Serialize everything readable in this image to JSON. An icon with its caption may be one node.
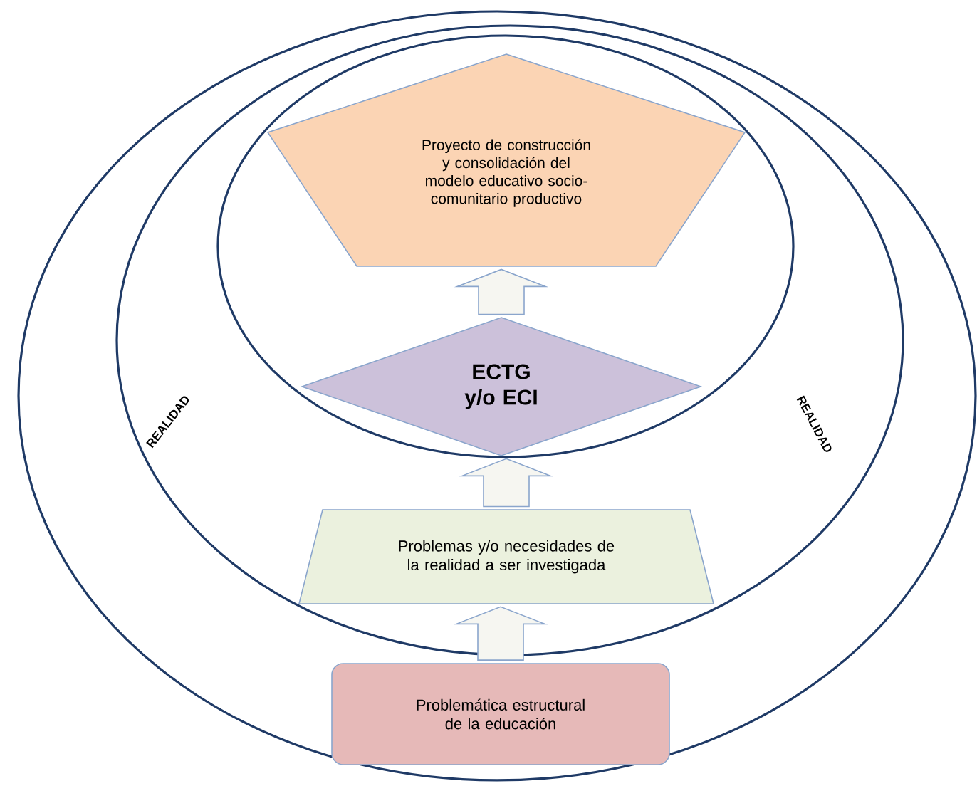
{
  "diagram": {
    "nodes": [
      {
        "text": [],
        "shape": "circle"
      },
      {
        "text": [
          "REALIDAD",
          "REALIDAD"
        ],
        "in": 0
      },
      {
        "text": [],
        "shape": "circle",
        "in": 1
      },
      {
        "text": [
          "Proyecto de construcción y consolidación del modelo educativo socio-comunitario productivo"
        ],
        "in": 2
      },
      {
        "text": [
          "ECTG y/o ECI"
        ],
        "in": 2
      },
      {
        "text": [
          "Problemas y/o necesidades de la realidad a ser investigada"
        ],
        "in": 1
      },
      {
        "text": [
          "Problemática estructural de la educación"
        ],
        "in": 0
      }
    ],
    "edges": [
      {
        "from": 6,
        "to": 5,
        "arrow": "to"
      },
      {
        "from": 5,
        "to": 4,
        "arrow": "to"
      },
      {
        "from": 4,
        "to": 3,
        "arrow": "to"
      }
    ]
  }
}
